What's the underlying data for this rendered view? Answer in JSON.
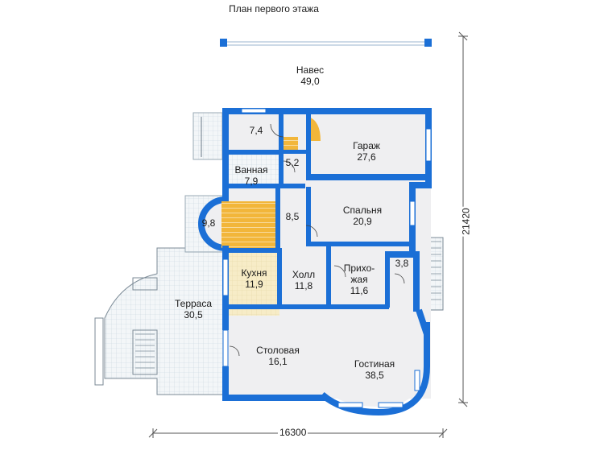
{
  "title": "План первого этажа",
  "dimensions": {
    "width": "16300",
    "height": "21420"
  },
  "rooms": [
    {
      "name": "Навес",
      "area": "49,0"
    },
    {
      "name": "",
      "area": "7,4"
    },
    {
      "name": "",
      "area": "5,2"
    },
    {
      "name": "Гараж",
      "area": "27,6"
    },
    {
      "name": "Ванная",
      "area": "7,9"
    },
    {
      "name": "",
      "area": "9,8"
    },
    {
      "name": "",
      "area": "8,5"
    },
    {
      "name": "Спальня",
      "area": "20,9"
    },
    {
      "name": "Кухня",
      "area": "11,9"
    },
    {
      "name": "Холл",
      "area": "11,8"
    },
    {
      "name": "Прихо-",
      "name2": "жая",
      "area": "11,6"
    },
    {
      "name": "",
      "area": "3,8"
    },
    {
      "name": "Терраса",
      "area": "30,5"
    },
    {
      "name": "Столовая",
      "area": "16,1"
    },
    {
      "name": "Гостиная",
      "area": "38,5"
    }
  ],
  "colors": {
    "wall": "#1b6fd6",
    "floor": "#efeff1",
    "tile": "#d7e4ec",
    "stair": "#f2b63a",
    "kitchen": "#f7ecc7"
  }
}
